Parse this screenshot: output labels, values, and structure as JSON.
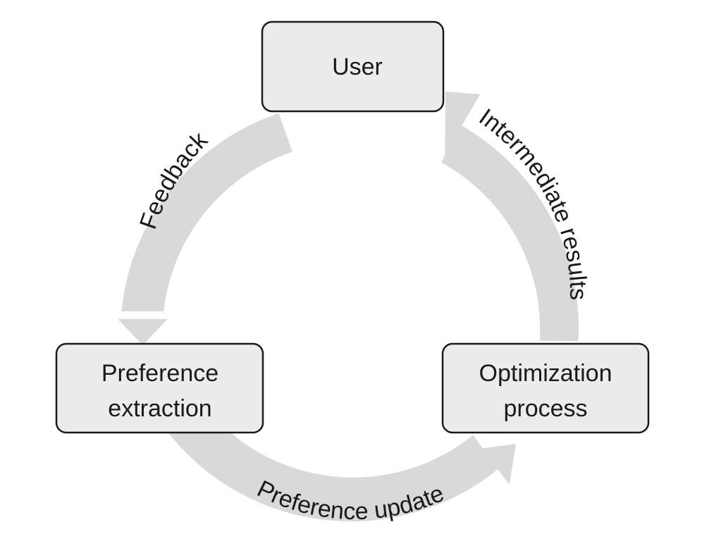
{
  "nodes": {
    "user": {
      "label": "User"
    },
    "preference_extraction": {
      "line1": "Preference",
      "line2": "extraction"
    },
    "optimization_process": {
      "line1": "Optimization",
      "line2": "process"
    }
  },
  "edges": {
    "feedback": {
      "label": "Feedback"
    },
    "preference_update": {
      "label": "Preference update"
    },
    "intermediate_results": {
      "label": "Intermediate results"
    }
  },
  "colors": {
    "arrow": "#d9d9d9",
    "box_fill": "#ececec",
    "box_stroke": "#1a1a1a",
    "text": "#1a1a1a"
  }
}
